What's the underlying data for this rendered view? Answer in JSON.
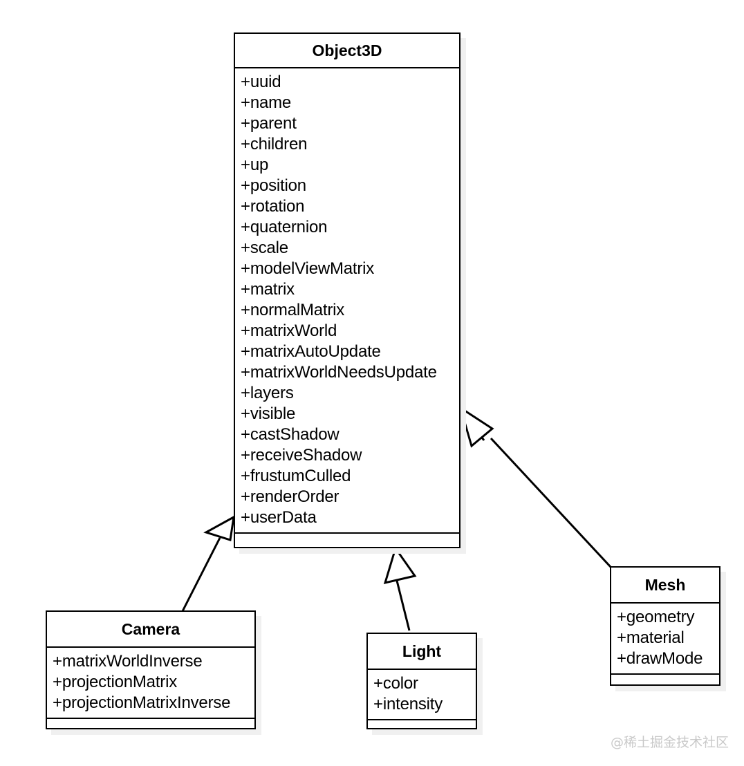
{
  "diagram": {
    "type": "uml-class-diagram",
    "title": "three.js Object3D class hierarchy",
    "stroke_color": "#000000",
    "fill_color": "#ffffff",
    "shadow_color": "#f0f0f0",
    "background": "#ffffff"
  },
  "classes": [
    {
      "id": "object3d",
      "name": "Object3D",
      "attributes": [
        "+uuid",
        "+name",
        "+parent",
        "+children",
        "+up",
        "+position",
        "+rotation",
        "+quaternion",
        "+scale",
        "+modelViewMatrix",
        "+matrix",
        "+normalMatrix",
        "+matrixWorld",
        "+matrixAutoUpdate",
        "+matrixWorldNeedsUpdate",
        "+layers",
        "+visible",
        "+castShadow",
        "+receiveShadow",
        "+frustumCulled",
        "+renderOrder",
        "+userData"
      ],
      "methods": []
    },
    {
      "id": "camera",
      "name": "Camera",
      "attributes": [
        "+matrixWorldInverse",
        "+projectionMatrix",
        "+projectionMatrixInverse"
      ],
      "methods": []
    },
    {
      "id": "light",
      "name": "Light",
      "attributes": [
        "+color",
        "+intensity"
      ],
      "methods": []
    },
    {
      "id": "mesh",
      "name": "Mesh",
      "attributes": [
        "+geometry",
        "+material",
        "+drawMode"
      ],
      "methods": []
    }
  ],
  "relationships": [
    {
      "id": "camera-extends-object3d",
      "kind": "generalization",
      "from": "camera",
      "to": "object3d",
      "arrowhead": "hollow-triangle"
    },
    {
      "id": "light-extends-object3d",
      "kind": "generalization",
      "from": "light",
      "to": "object3d",
      "arrowhead": "hollow-triangle"
    },
    {
      "id": "mesh-extends-object3d",
      "kind": "generalization",
      "from": "mesh",
      "to": "object3d",
      "arrowhead": "hollow-triangle"
    }
  ],
  "watermark": {
    "text": "@稀土掘金技术社区",
    "color": "#c9c9c9"
  }
}
